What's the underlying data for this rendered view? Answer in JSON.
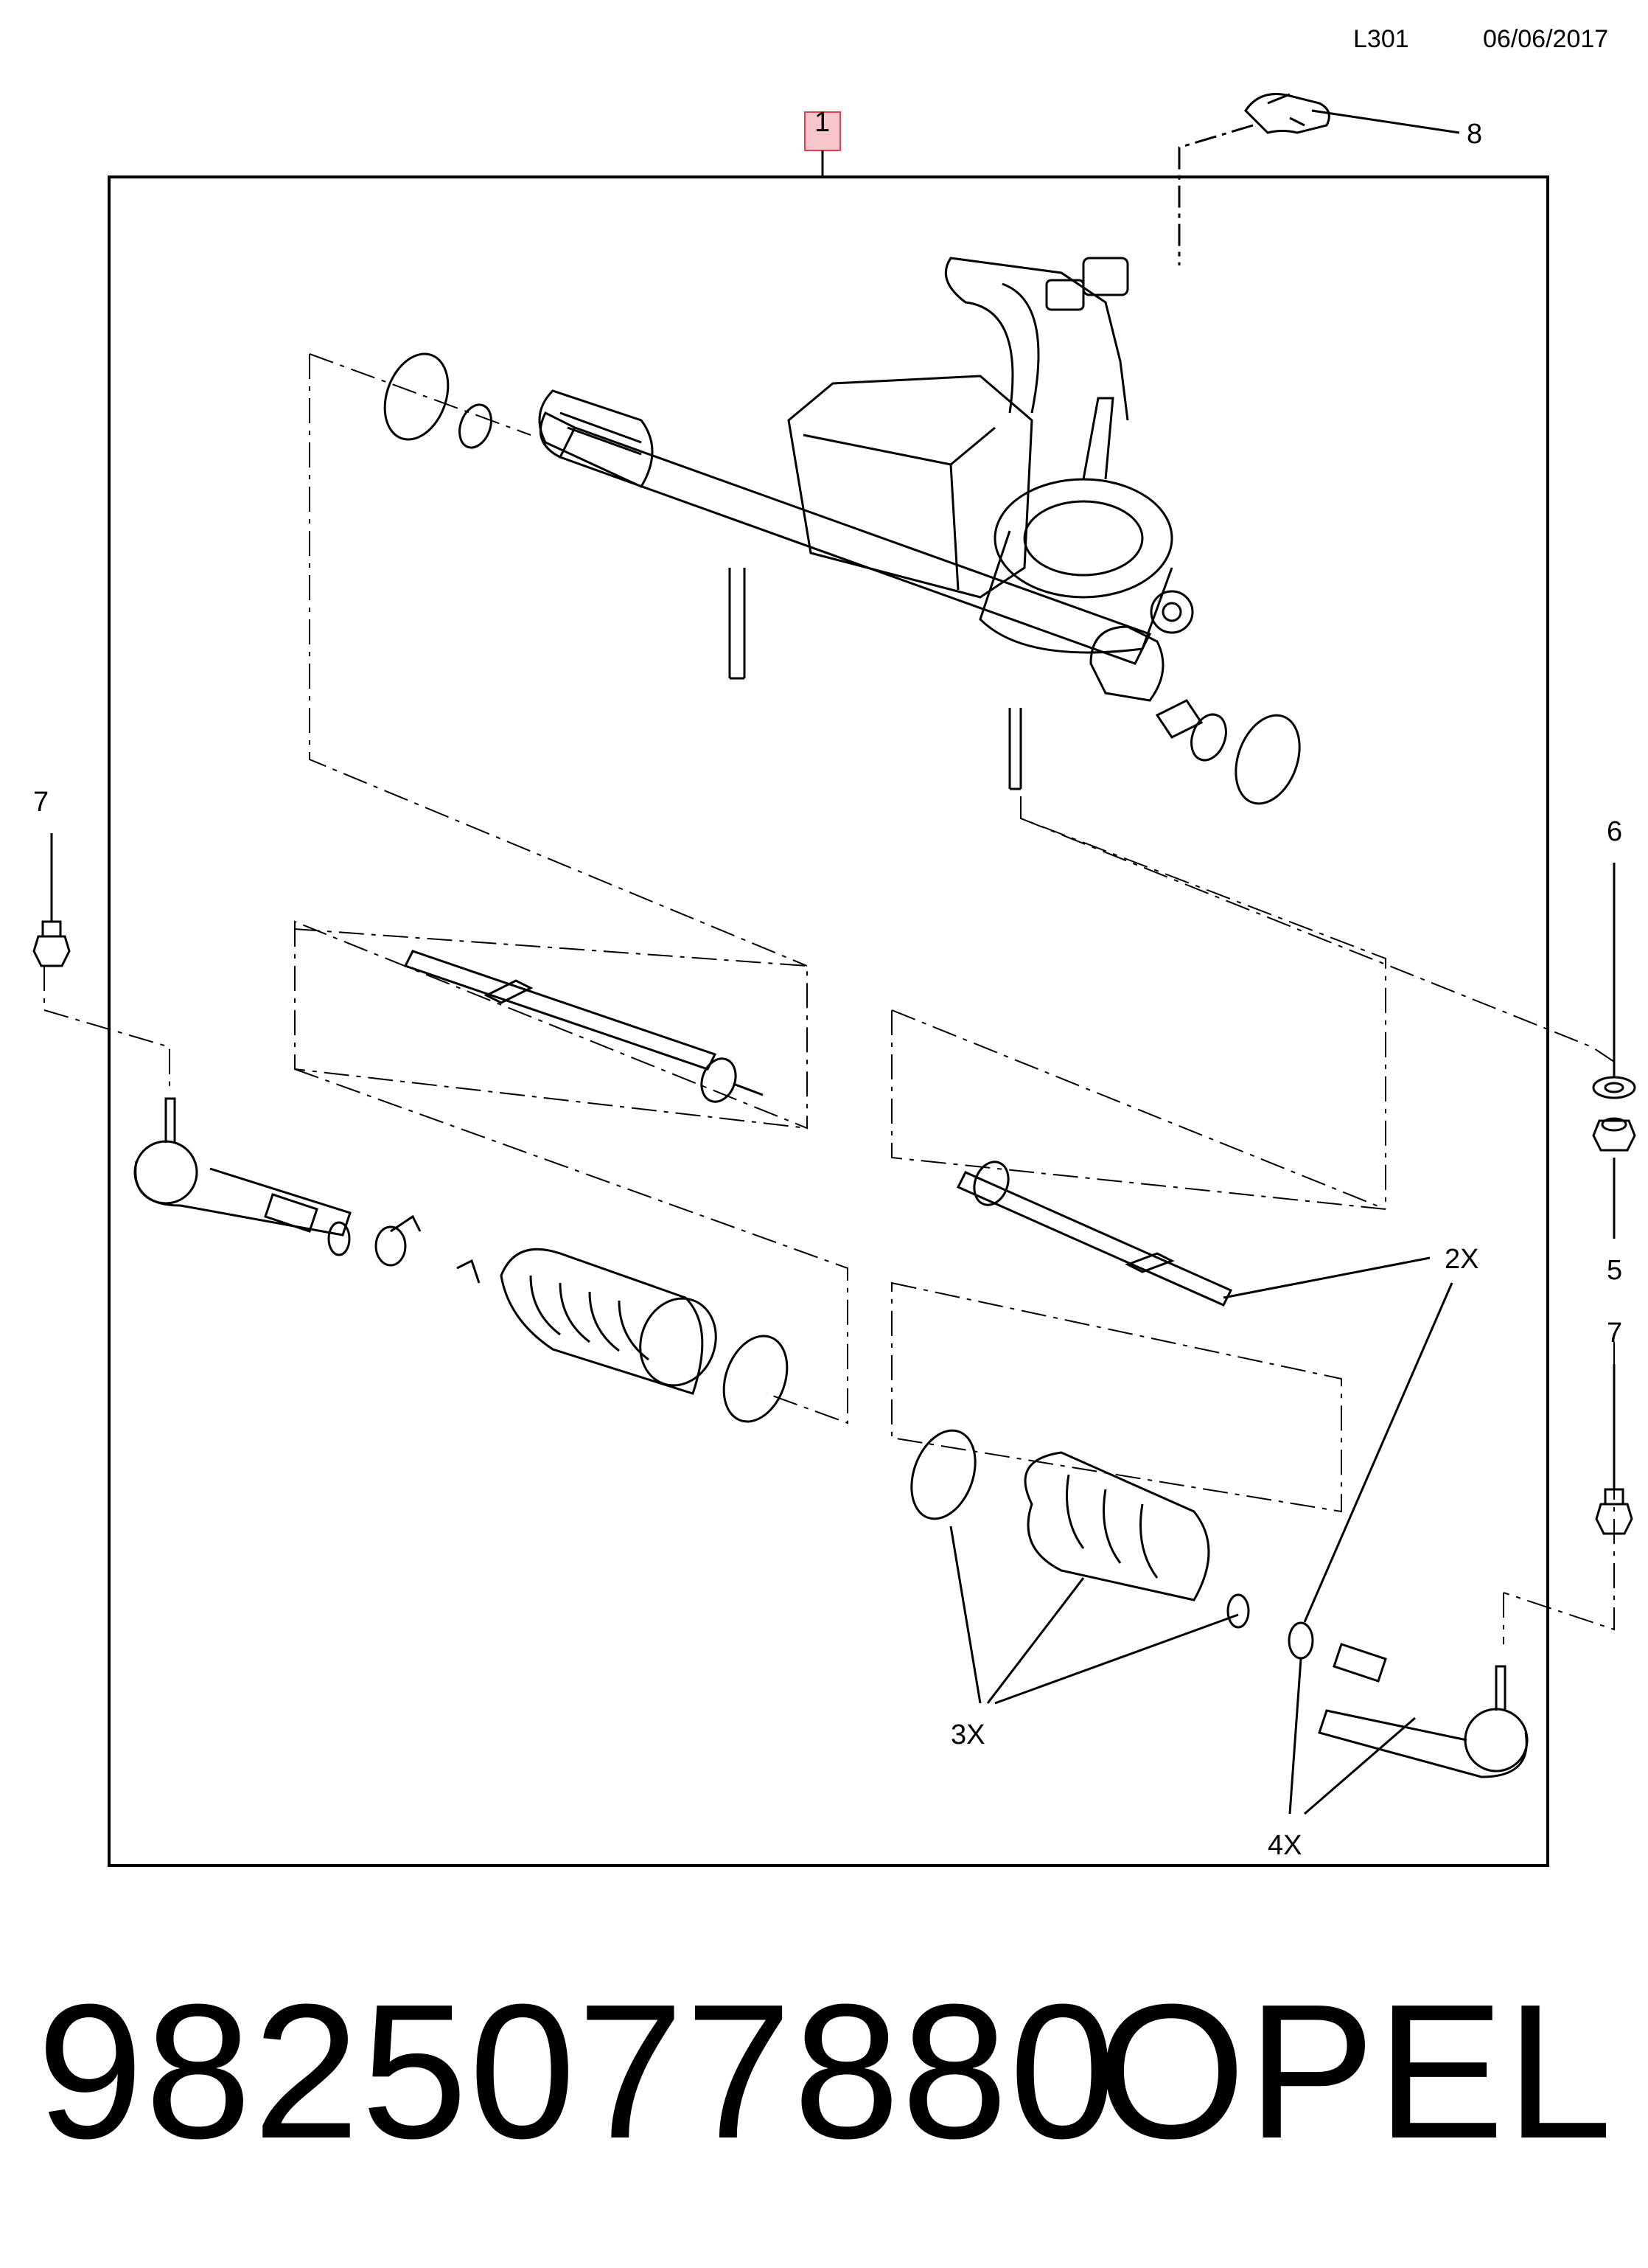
{
  "header": {
    "code": "L301",
    "date": "06/06/2017"
  },
  "callouts": {
    "c1": "1",
    "c8": "8",
    "c7_left": "7",
    "c6": "6",
    "c5": "5",
    "c7_right": "7",
    "c2x": "2X",
    "c3x": "3X",
    "c4x": "4X"
  },
  "footer": {
    "part_number": "9825077880",
    "brand": "OPEL"
  },
  "colors": {
    "line": "#000000",
    "highlight_fill": "#f7c6cc",
    "highlight_stroke": "#e0404f"
  }
}
